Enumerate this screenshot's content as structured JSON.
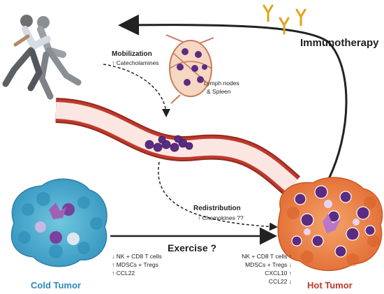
{
  "labels": {
    "immunotherapy": "Immunotherapy",
    "mobilization_title": "Mobilization",
    "mobilization_sub": "↑ Catecholamines",
    "lymph_line1": "Lymph nodes",
    "lymph_line2": "& Spleen",
    "redistribution_title": "Redistribution",
    "redistribution_sub": "↑ Chemokines ??",
    "exercise": "Exercise ?",
    "cold_tumor": "Cold Tumor",
    "hot_tumor": "Hot Tumor"
  },
  "cold_list": [
    "↓ NK + CD8 T cells",
    "↑ MDSCs + Tregs",
    "↑ CCL22"
  ],
  "hot_list": [
    "NK + CD8 T cells ↑",
    "MDSCs + Tregs ↓",
    "CXCL10 ↑",
    "CCL22 ↓"
  ],
  "colors": {
    "cold_title": "#2e86c1",
    "hot_title": "#c0392b",
    "vessel": "#a93226",
    "immune_cell": "#5b2c83",
    "antibody": "#e3a21a"
  },
  "icons": [
    "running-people-icon",
    "antibody-icon",
    "lymph-node-icon"
  ]
}
